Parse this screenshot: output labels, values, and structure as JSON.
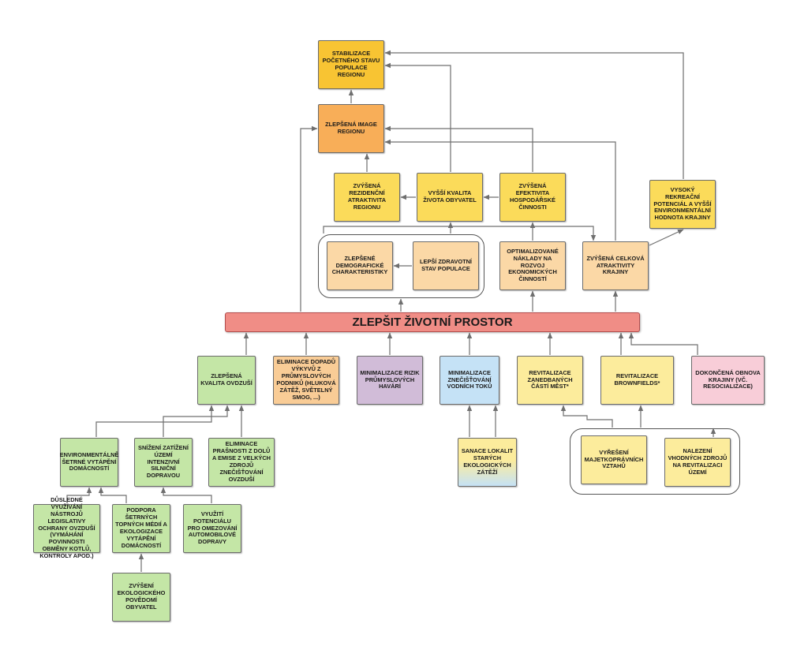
{
  "diagram": {
    "colors": {
      "top": "#f8c433",
      "image": "#f8ae58",
      "yellow": "#fbdb5a",
      "peach": "#fbd8a6",
      "main": "#f08d86",
      "green": "#c4e6a6",
      "orange": "#f9cc96",
      "purple": "#d1bcd8",
      "blue": "#c5e2f6",
      "lightyellow": "#fcec9c",
      "pink": "#f8cdd8",
      "wire": "#6f6f6f"
    },
    "main_goal": "ZLEPŠIT ŽIVOTNÍ PROSTOR",
    "nodes": [
      {
        "id": "stabilizace",
        "text": "STABILIZACE POČETNÉHO STAVU POPULACE REGIONU",
        "fill": "#f8c433"
      },
      {
        "id": "image",
        "text": "ZLEPŠENÁ IMAGE REGIONU",
        "fill": "#f8ae58"
      },
      {
        "id": "rezidencni",
        "text": "ZVÝŠENÁ REZIDENČNÍ ATRAKTIVITA REGIONU",
        "fill": "#fbdb5a"
      },
      {
        "id": "kvalita_zivota",
        "text": "VYŠŠÍ KVALITA ŽIVOTA OBYVATEL",
        "fill": "#fbdb5a"
      },
      {
        "id": "efektivita",
        "text": "ZVÝŠENÁ EFEKTIVITA HOSPODÁŘSKÉ ČINNOSTI",
        "fill": "#fbdb5a"
      },
      {
        "id": "rekreacni",
        "text": "VYSOKÝ REKREAČNÍ POTENCIÁL A VYŠŠÍ ENVIRONMENTÁLNÍ HODNOTA KRAJINY",
        "fill": "#fbdb5a"
      },
      {
        "id": "demograficke",
        "text": "ZLEPŠENÉ DEMOGRAFICKÉ CHARAKTERISTIKY",
        "fill": "#fbd8a6"
      },
      {
        "id": "zdravotni",
        "text": "LEPŠÍ ZDRAVOTNÍ STAV POPULACE",
        "fill": "#fbd8a6"
      },
      {
        "id": "naklady",
        "text": "OPTIMALIZOVANÉ NÁKLADY NA ROZVOJ EKONOMICKÝCH ČINNOSTÍ",
        "fill": "#fbd8a6"
      },
      {
        "id": "atraktivita_krajiny",
        "text": "ZVÝŠENÁ CELKOVÁ ATRAKTIVITY KRAJINY",
        "fill": "#fbd8a6"
      },
      {
        "id": "ovzdusi",
        "text": "ZLEPŠENÁ KVALITA OVDZUŠÍ",
        "fill": "#c4e6a6"
      },
      {
        "id": "eliminace_dopadu",
        "text": "ELIMINACE DOPADŮ VÝKYVŮ Z PRŮMYSLOVÝCH PODNIKŮ (HLUKOVÁ ZÁTĚŽ, SVĚTELNÝ SMOG, ...)",
        "fill": "#f9cc96"
      },
      {
        "id": "rizika",
        "text": "MINIMALIZACE RIZIK PRŮMYSLOVÝCH HAVÁRÍ",
        "fill": "#d1bcd8"
      },
      {
        "id": "vodni",
        "text": "MINIMALIZACE ZNEČIŠŤOVÁNÍ VODNÍCH TOKŮ",
        "fill": "#c5e2f6"
      },
      {
        "id": "zanedbane",
        "text": "REVITALIZACE ZANEDBANÝCH ČÁSTÍ MĚST*",
        "fill": "#fcec9c"
      },
      {
        "id": "brownfields",
        "text": "REVITALIZACE BROWNFIELDS*",
        "fill": "#fcec9c"
      },
      {
        "id": "obnova",
        "text": "DOKONČENÁ OBNOVA KRAJINY (VČ. RESOCIALIZACE)",
        "fill": "#f8cdd8"
      },
      {
        "id": "vytapeni",
        "text": "ENVIRONMENTÁLNĚ ŠETRNÉ VYTÁPĚNÍ DOMÁCNOSTÍ",
        "fill": "#c4e6a6"
      },
      {
        "id": "doprava",
        "text": "SNÍŽENÍ ZATÍŽENÍ ÚZEMÍ INTENZIVNÍ SILNIČNÍ DOPRAVOU",
        "fill": "#c4e6a6"
      },
      {
        "id": "prasnost",
        "text": "ELIMINACE PRAŠNOSTI Z DOLŮ A EMISE Z VELKÝCH ZDROJŮ ZNEČIŠŤOVÁNÍ OVZDUŠÍ",
        "fill": "#c4e6a6"
      },
      {
        "id": "sanace",
        "text": "SANACE LOKALIT STARÝCH EKOLOGICKÝCH ZÁTĚŽÍ",
        "fill": "#fcec9c"
      },
      {
        "id": "vztahy",
        "text": "VYŘEŠENÍ MAJETKOPRÁVNÍCH VZTAHŮ",
        "fill": "#fcec9c"
      },
      {
        "id": "zdroje",
        "text": "NALEZENÍ VHODNÝCH ZDROJŮ NA REVITALIZACI ÚZEMÍ",
        "fill": "#fcec9c"
      },
      {
        "id": "legislativa",
        "text": "DŮSLEDNÉ VYUŽÍVÁNÍ NÁSTROJŮ LEGISLATIVY OCHRANY OVZDUŠÍ (VYMÁHÁNÍ POVINNOSTI OBMĚNY KOTLŮ, KONTROLY APOD.)",
        "fill": "#c4e6a6"
      },
      {
        "id": "podpora",
        "text": "PODPORA ŠETRNÝCH TOPNÝCH MÉDIÍ A EKOLOGIZACE VYTÁPĚNÍ DOMÁCNOSTÍ",
        "fill": "#c4e6a6"
      },
      {
        "id": "omezovani",
        "text": "VYUŽITÍ POTENCIÁLU PRO OMEZOVÁNÍ AUTOMOBILOVÉ DOPRAVY",
        "fill": "#c4e6a6"
      },
      {
        "id": "povedomi",
        "text": "ZVÝŠENÍ EKOLOGICKÉHO POVĚDOMÍ OBYVATEL",
        "fill": "#c4e6a6"
      }
    ]
  }
}
